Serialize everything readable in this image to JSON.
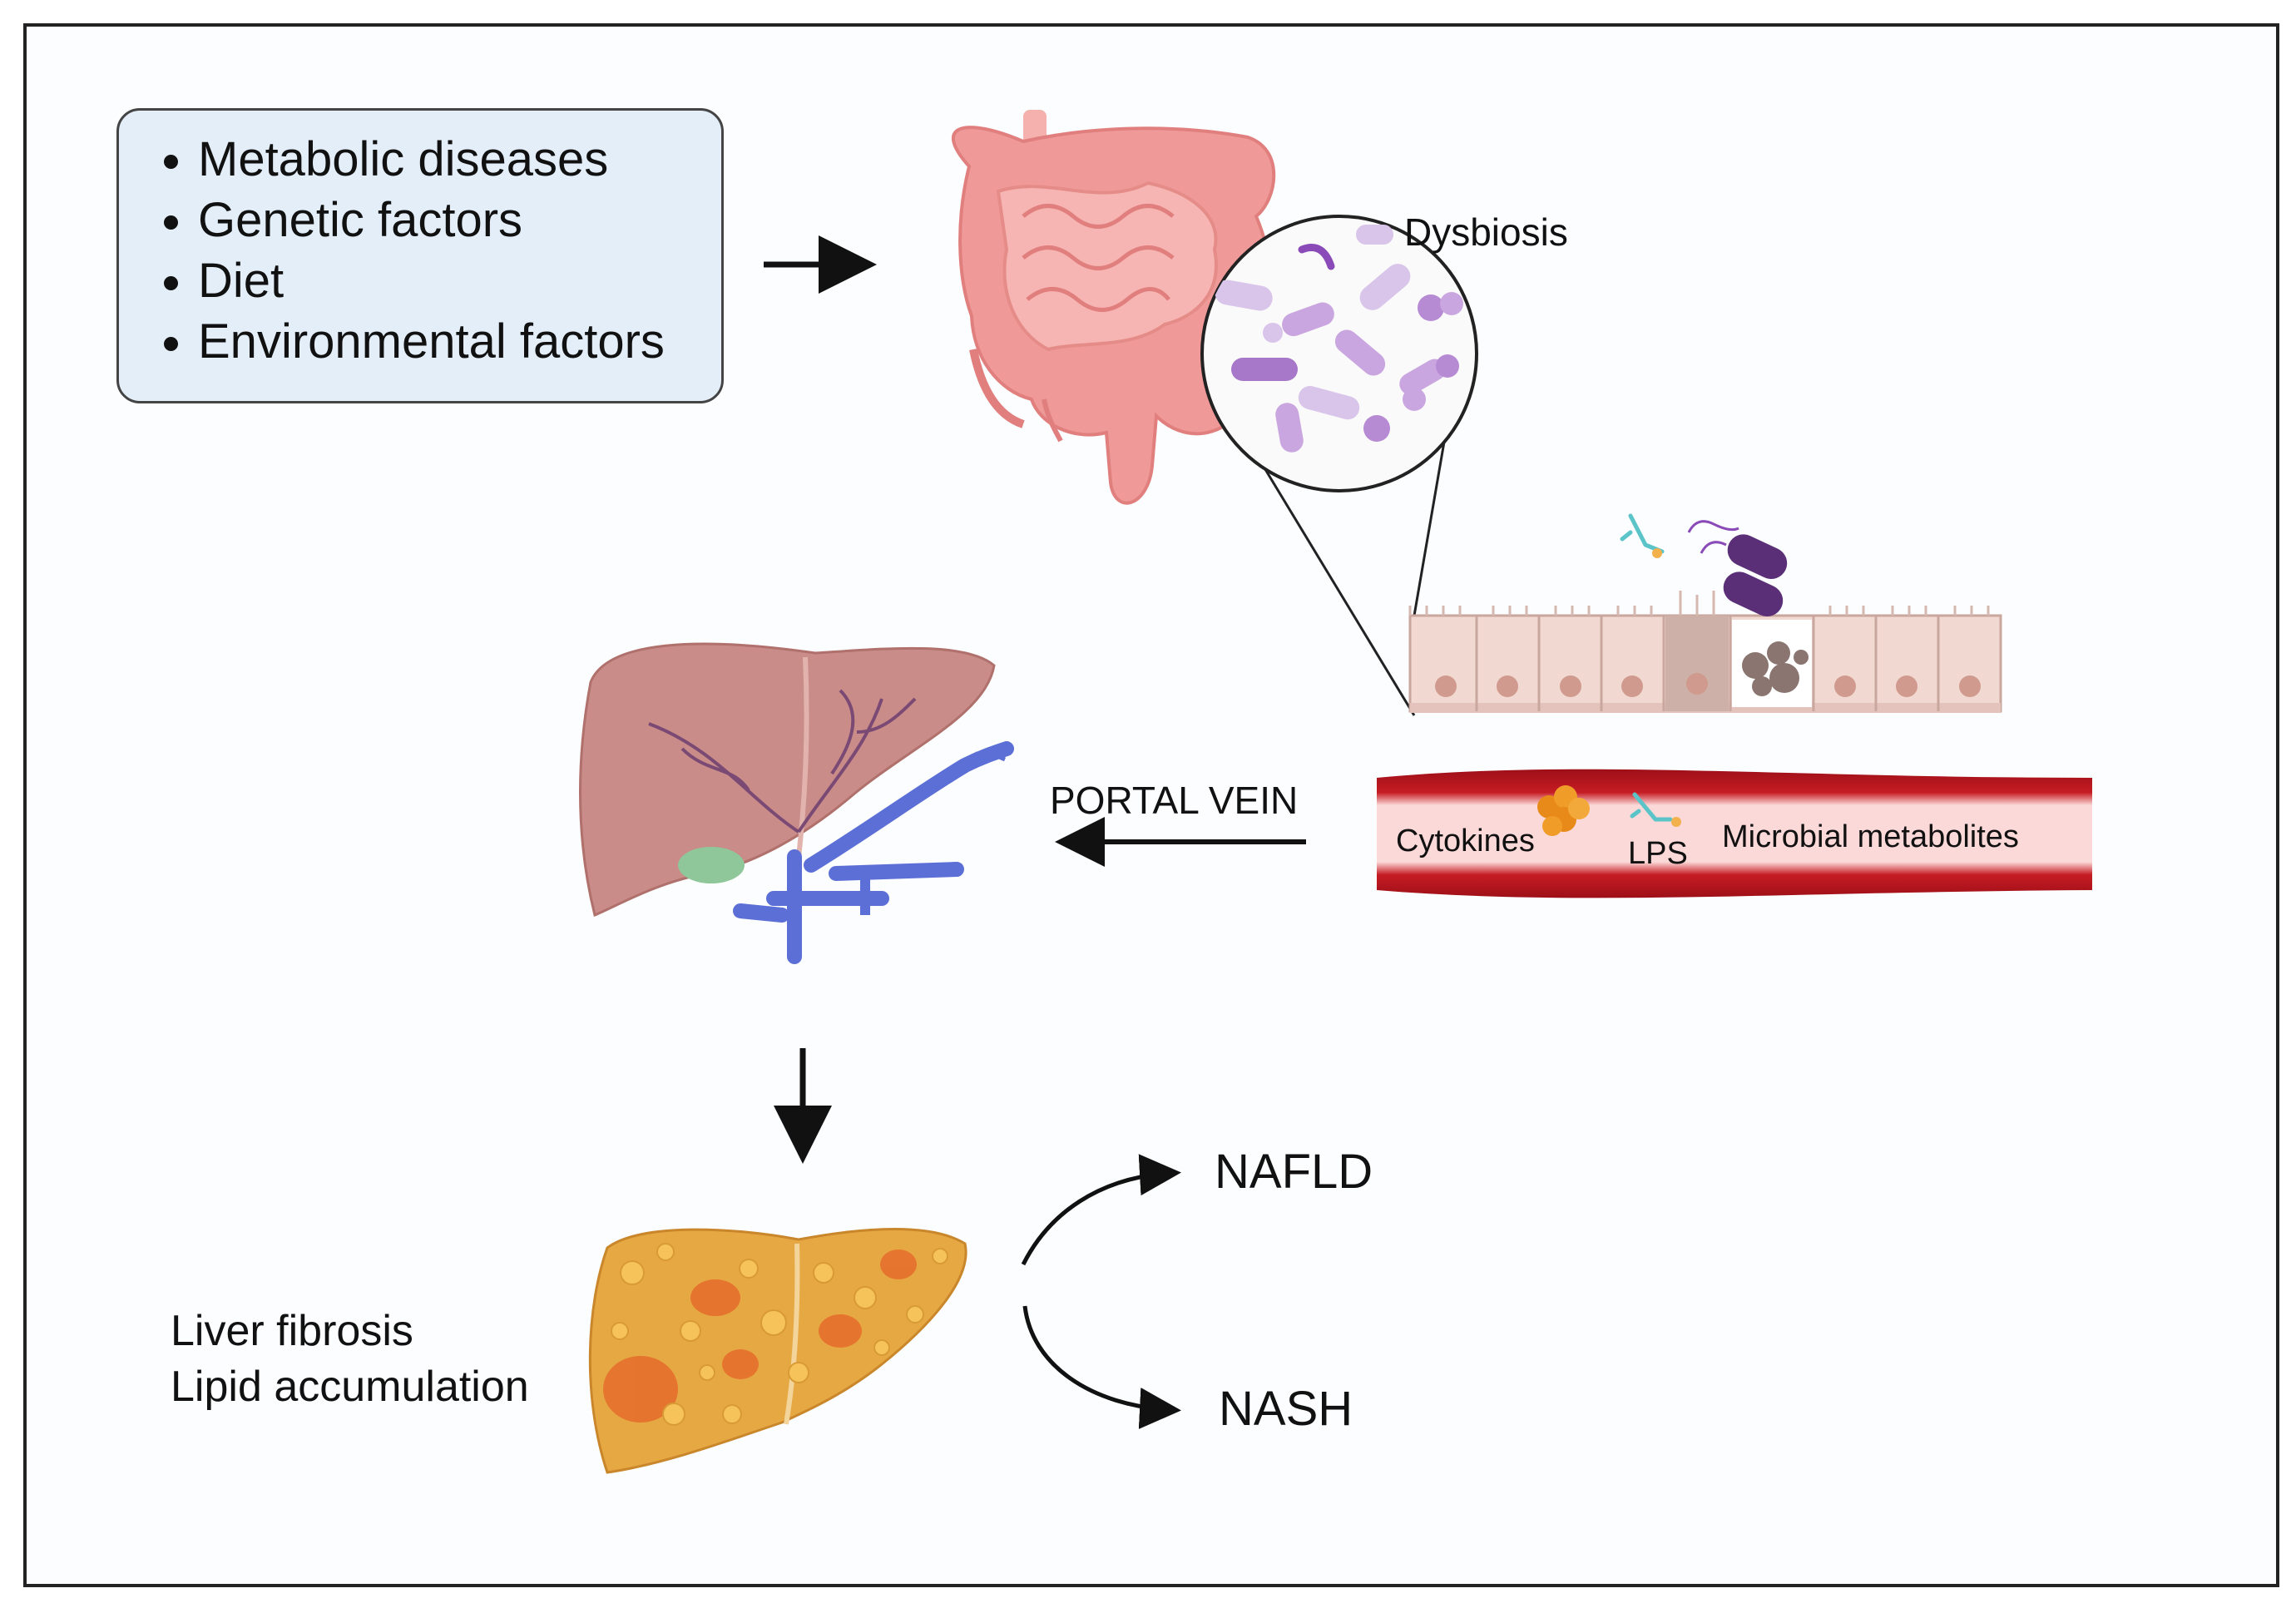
{
  "factors": {
    "items": [
      "Metabolic diseases",
      "Genetic factors",
      "Diet",
      "Environmental factors"
    ]
  },
  "labels": {
    "dysbiosis": "Dysbiosis",
    "portal_vein": "PORTAL VEIN",
    "cytokines": "Cytokines",
    "lps": "LPS",
    "microbial_metabolites": "Microbial metabolites",
    "liver_fibrosis": "Liver fibrosis",
    "lipid_accumulation": "Lipid accumulation",
    "nafld": "NAFLD",
    "nash": "NASH"
  },
  "colors": {
    "intestine": "#ef9a98",
    "bacteria": "#c9a6df",
    "liver_healthy": "#c98c88",
    "liver_fatty": "#e6a843",
    "portal_vein": "#5c6fd6",
    "blood_vessel": "#b3141c",
    "epithelium": "#f1d9d2"
  }
}
